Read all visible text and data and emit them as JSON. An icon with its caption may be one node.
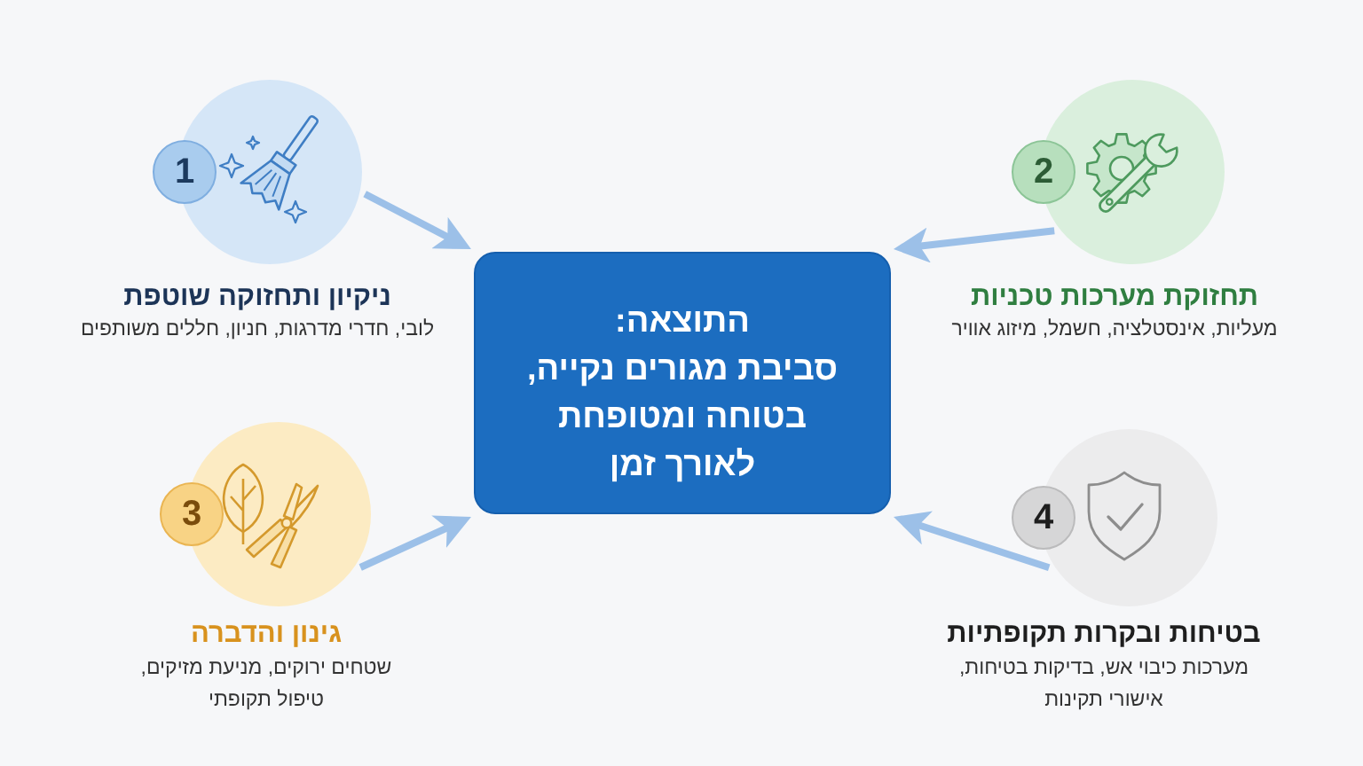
{
  "diagram": {
    "nodes": [
      {
        "text": [
          "התוצאה:",
          "סביבת מגורים נקייה, בטוחה ומטופחת לאורך זמן"
        ]
      },
      {
        "text": [
          "ניקיון ותחזוקה שוטפת",
          "לובי, חדרי מדרגות, חניון, חללים משותפים"
        ]
      },
      {
        "text": [
          "1"
        ]
      },
      {
        "text": [
          "תחזוקת מערכות טכניות",
          "מעליות, אינסטלציה, חשמל, מיזוג אוויר"
        ]
      },
      {
        "text": [
          "2"
        ]
      },
      {
        "text": [
          "גינון והדברה",
          "שטחים ירוקים, מניעת מזיקים, טיפול תקופתי"
        ]
      },
      {
        "text": [
          "3"
        ]
      },
      {
        "text": [
          "בטיחות ובקרות תקופתיות",
          "מערכות כיבוי אש, בדיקות בטיחות, אישורי תקינות"
        ]
      },
      {
        "text": [
          "4"
        ]
      }
    ],
    "edges": [
      {
        "from": 1,
        "to": 0,
        "arrow": "to"
      },
      {
        "from": 3,
        "to": 0,
        "arrow": "to"
      },
      {
        "from": 5,
        "to": 0,
        "arrow": "to"
      },
      {
        "from": 7,
        "to": 0,
        "arrow": "to"
      }
    ]
  }
}
